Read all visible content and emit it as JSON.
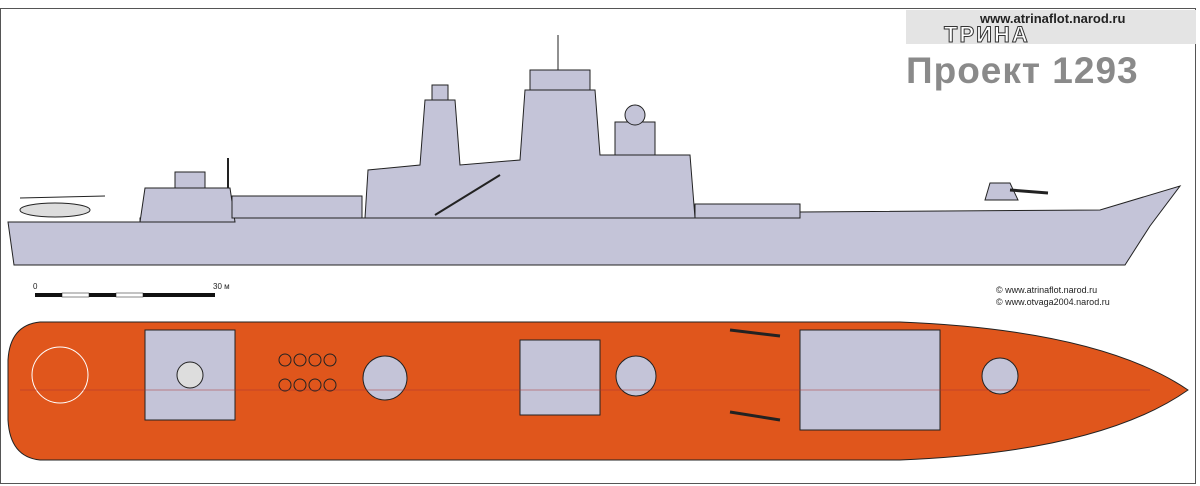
{
  "header": {
    "logo_url": "www.atrinaflot.narod.ru",
    "logo_word": "ТРИНА",
    "title": "Проект 1293"
  },
  "scale": {
    "start": "0",
    "end": "30 м"
  },
  "credits": [
    "© www.atrinaflot.narod.ru",
    "© www.otvaga2004.narod.ru"
  ],
  "colors": {
    "hull_side": "#c4c4d8",
    "deck": "#e0561c",
    "outline": "#222222"
  }
}
